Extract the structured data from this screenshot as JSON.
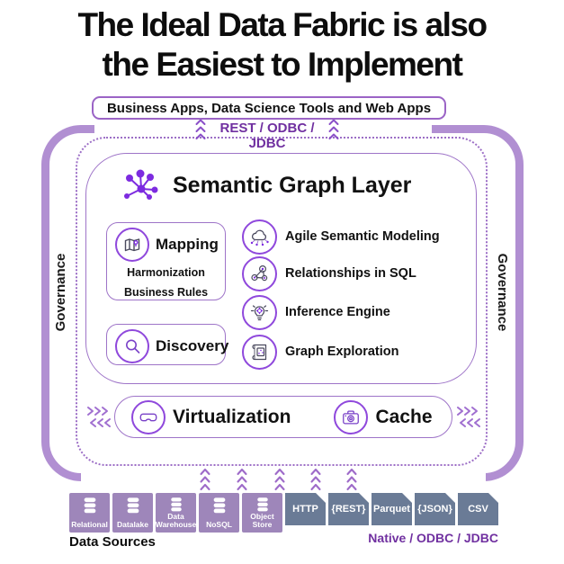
{
  "title": {
    "line1": "The Ideal Data Fabric is also",
    "line2": "the Easiest to Implement"
  },
  "top": {
    "apps_bar": "Business Apps, Data Science Tools and Web Apps",
    "protocol": "REST / ODBC / JDBC"
  },
  "governance": {
    "left": "Governance",
    "right": "Governance"
  },
  "semantic_layer": {
    "title": "Semantic Graph Layer",
    "mapping": {
      "label": "Mapping",
      "sub1": "Harmonization",
      "sub2": "Business Rules"
    },
    "discovery": {
      "label": "Discovery"
    },
    "features": [
      {
        "icon": "cloud-model-icon",
        "label": "Agile Semantic Modeling"
      },
      {
        "icon": "linked-gears-icon",
        "label": "Relationships in SQL"
      },
      {
        "icon": "lightbulb-gear-icon",
        "label": "Inference Engine"
      },
      {
        "icon": "map-scroll-icon",
        "label": "Graph Exploration"
      }
    ]
  },
  "runtime": {
    "virtualization": "Virtualization",
    "cache": "Cache"
  },
  "sources": {
    "purple": [
      "Relational",
      "Datalake",
      "Data Warehouse",
      "NoSQL",
      "Object Store"
    ],
    "gray": [
      "HTTP",
      "{REST}",
      "Parquet",
      "{JSON}",
      "CSV"
    ],
    "label": "Data Sources",
    "protocol": "Native / ODBC / JDBC"
  },
  "colors": {
    "accent_purple": "#7d2be0",
    "ring_purple": "#8f48dc",
    "border_purple": "#9e74c8",
    "frame_purple": "#b18fd2",
    "deep_purple": "#7030a0",
    "source_purple": "#9e86ba",
    "source_gray": "#6a7b96"
  }
}
